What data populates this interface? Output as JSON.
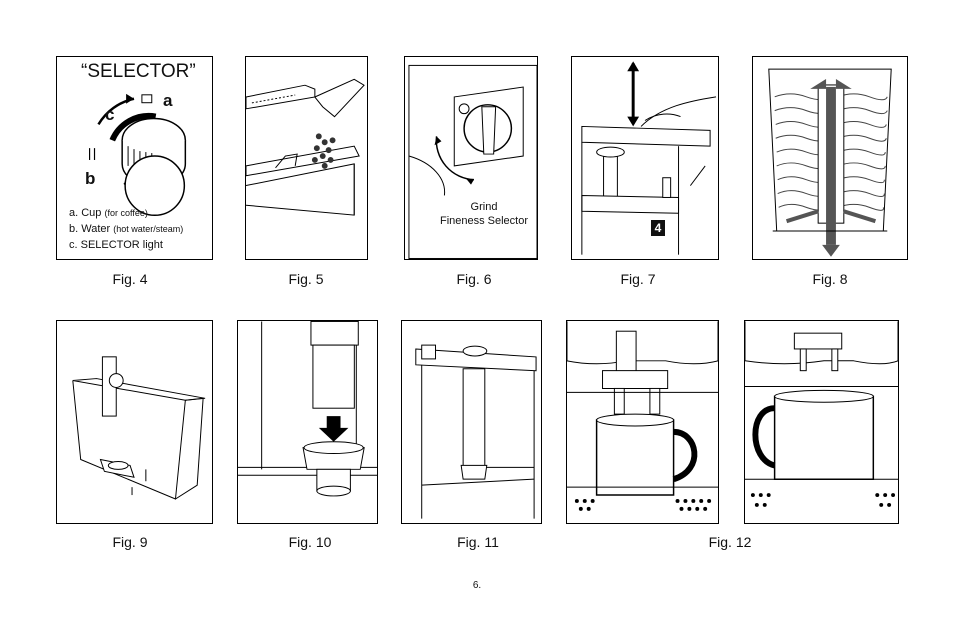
{
  "fig4": {
    "title": "“SELECTOR”",
    "label_a": "a",
    "label_b": "b",
    "label_c": "c",
    "legend": {
      "a_main": "a. Cup ",
      "a_small": "(for coffee)",
      "b_main": "b. Water ",
      "b_small": "(hot water/steam)",
      "c_main": "c. SELECTOR light"
    }
  },
  "fig6": {
    "grind_line1": "Grind",
    "grind_line2": "Fineness Selector"
  },
  "fig7": {
    "badge": "4"
  },
  "captions": {
    "fig4": "Fig. 4",
    "fig5": "Fig. 5",
    "fig6": "Fig. 6",
    "fig7": "Fig. 7",
    "fig8": "Fig. 8",
    "fig9": "Fig. 9",
    "fig10": "Fig. 10",
    "fig11": "Fig. 11",
    "fig12": "Fig. 12"
  },
  "page_number": "6."
}
